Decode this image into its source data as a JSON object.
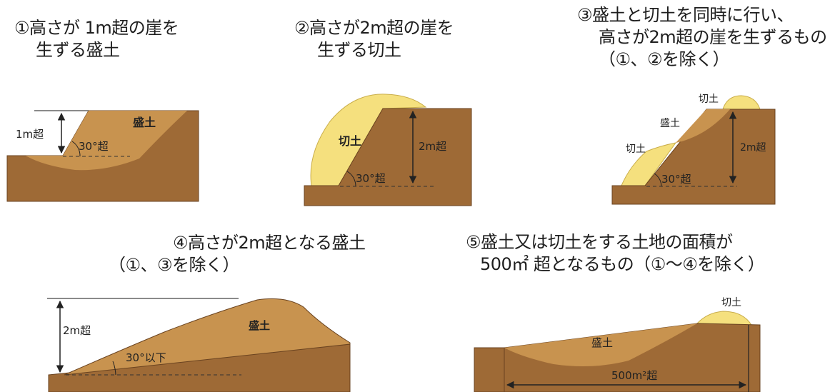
{
  "colors": {
    "ground": "#9e6a36",
    "ground_edge": "#6a4320",
    "fill_soil": "#c8934f",
    "cut_soil": "#f5e07e",
    "guide_line": "#444444"
  },
  "panels": [
    {
      "id": 1,
      "caption_lines": [
        "①高さが 1m超の崖を",
        "生ずる盛土"
      ],
      "labels": {
        "height": "1m超",
        "angle": "30°超",
        "fill": "盛土"
      }
    },
    {
      "id": 2,
      "caption_lines": [
        "②高さが2m超の崖を",
        "生ずる切土"
      ],
      "labels": {
        "cut": "切土",
        "height": "2m超",
        "angle": "30°超"
      }
    },
    {
      "id": 3,
      "caption_lines": [
        "③盛土と切土を同時に行い、",
        "高さが2m超の崖を生ずるもの",
        "（①、②を除く）"
      ],
      "labels": {
        "cut_top": "切土",
        "fill": "盛土",
        "cut_left": "切土",
        "height": "2m超",
        "angle": "30°超"
      }
    },
    {
      "id": 4,
      "caption_lines": [
        "④高さが2m超となる盛土",
        "（①、③を除く）"
      ],
      "labels": {
        "height": "2m超",
        "fill": "盛土",
        "angle": "30°以下"
      }
    },
    {
      "id": 5,
      "caption_lines": [
        "⑤盛土又は切土をする土地の面積が",
        "500㎡ 超となるもの（①～④を除く）"
      ],
      "labels": {
        "cut": "切土",
        "fill": "盛土",
        "area": "500m²超"
      }
    }
  ]
}
